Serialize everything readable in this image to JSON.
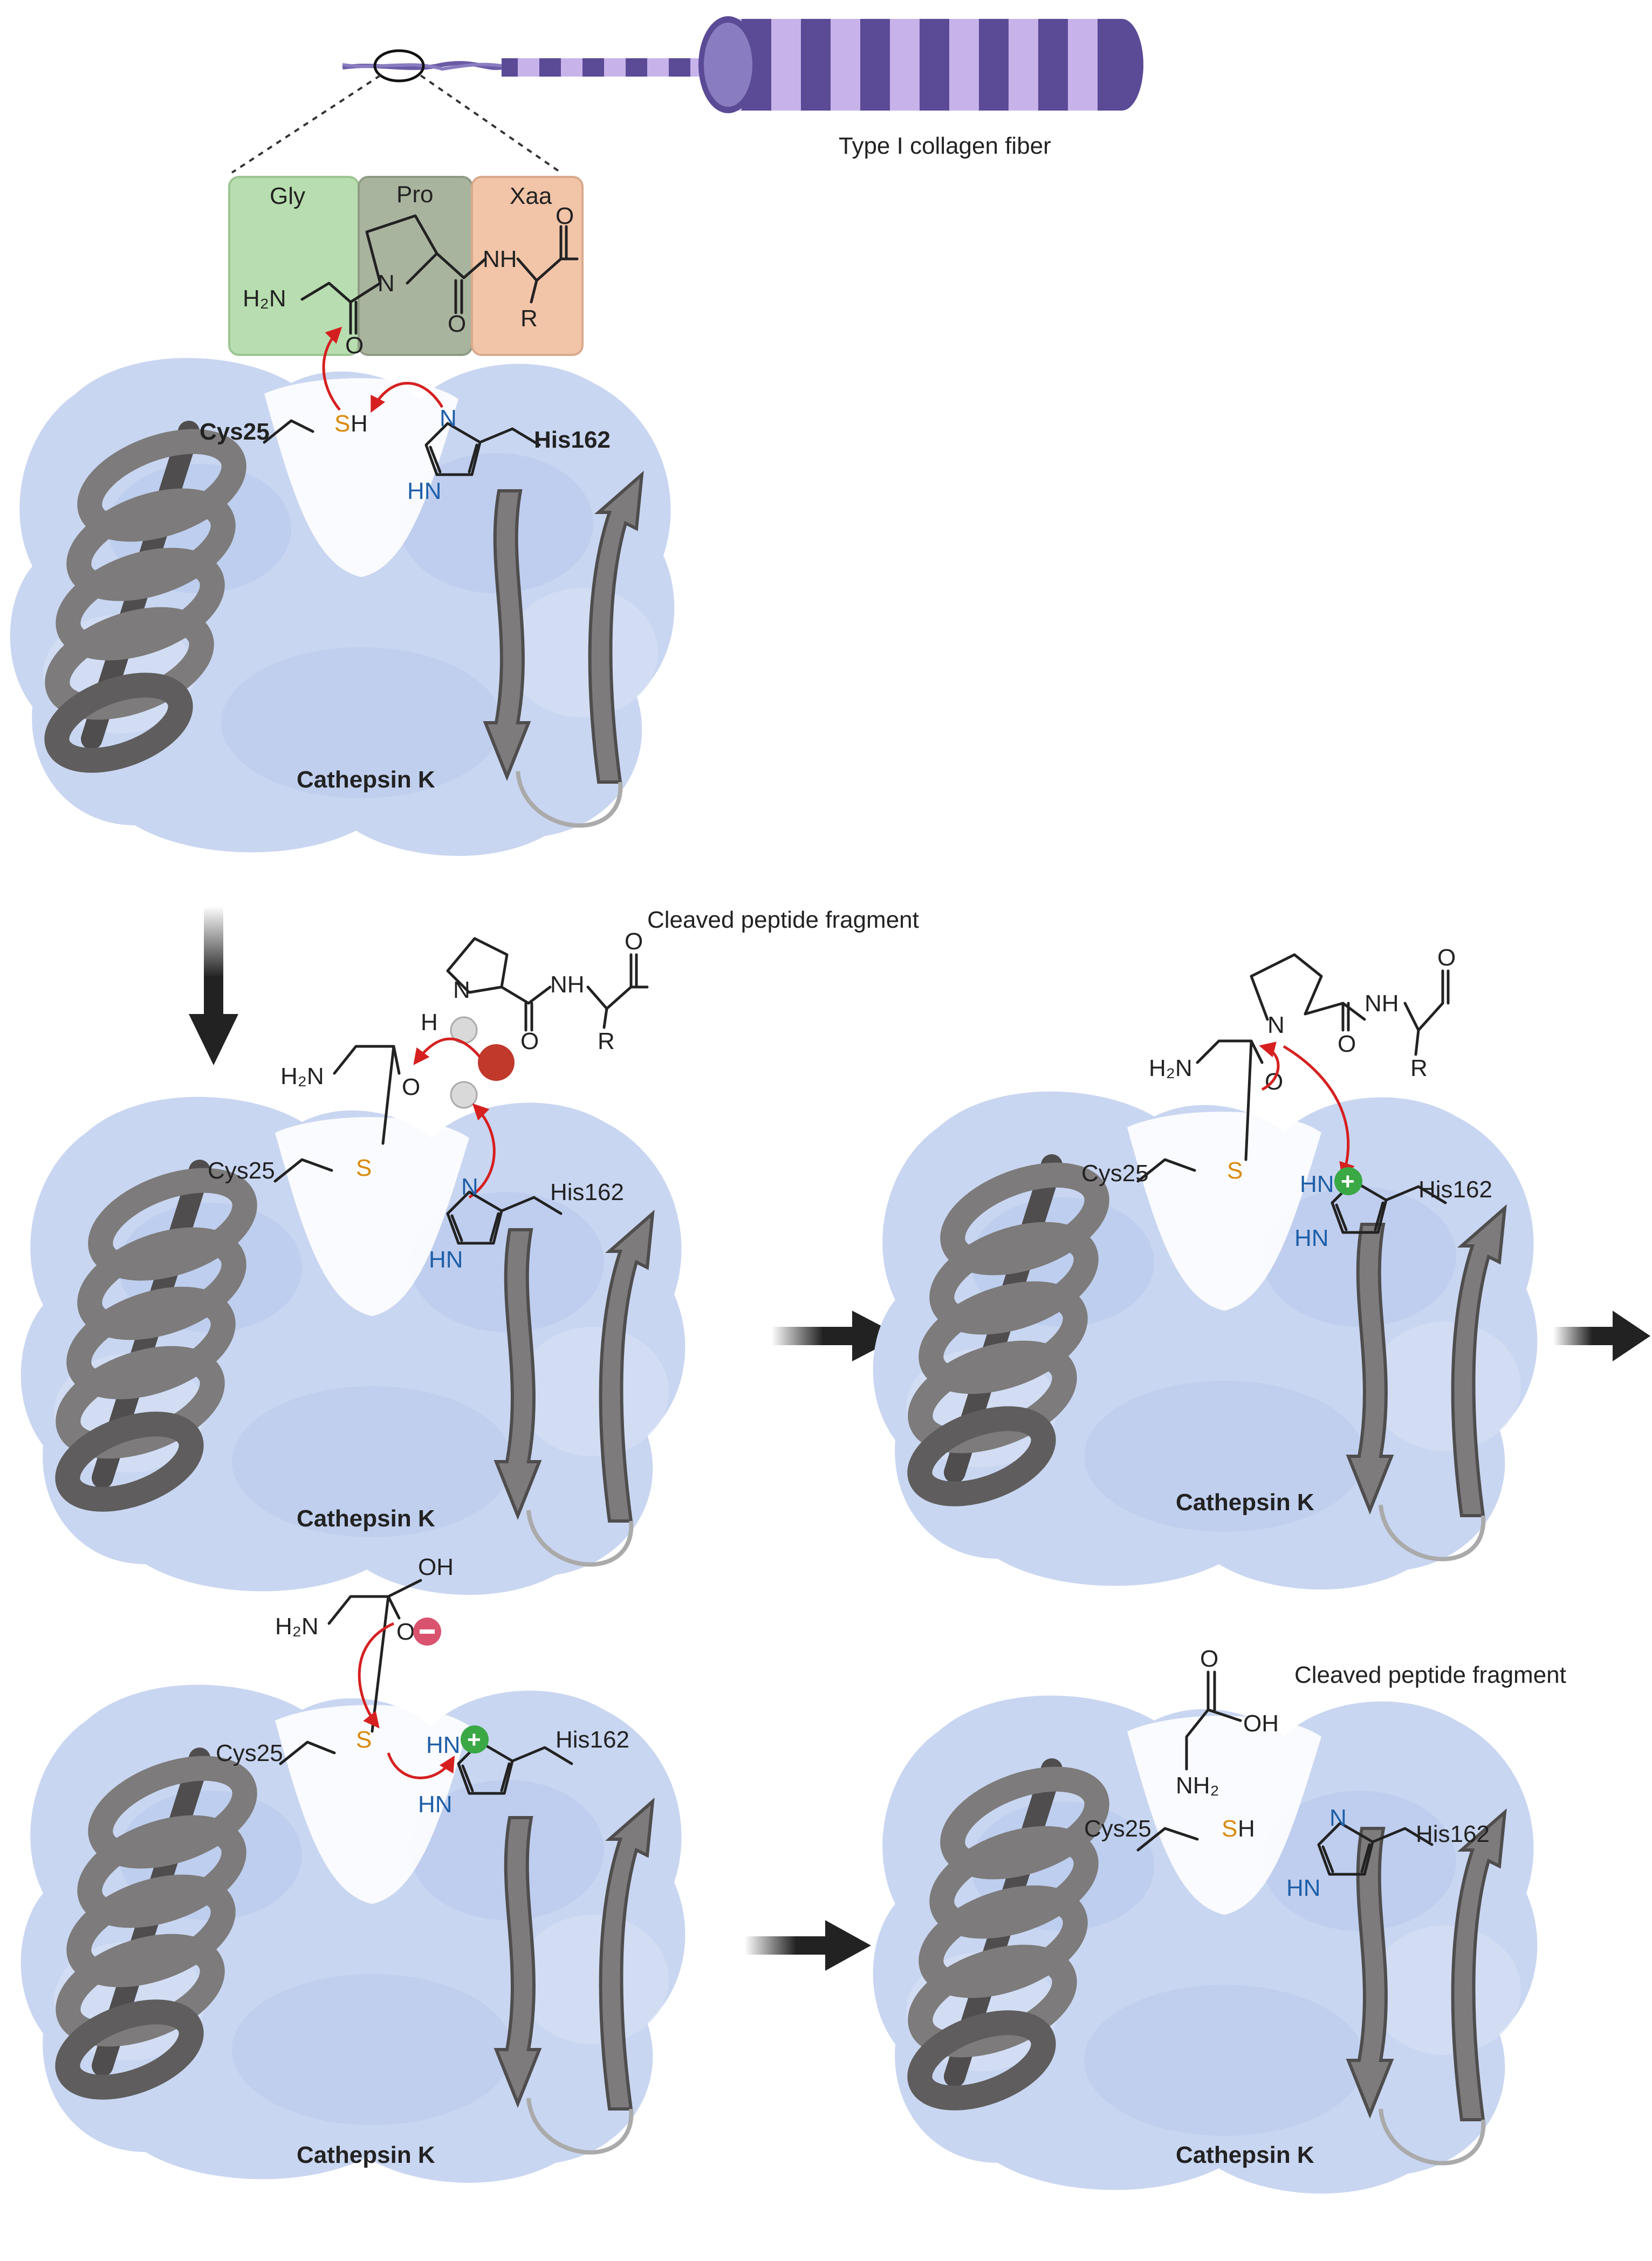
{
  "colors": {
    "enzyme_blob": "#c9d6f1",
    "enzyme_blob_dark": "#b7c8ec",
    "ribbon": "#7d7b7b",
    "ribbon_dark": "#4f4d4d",
    "collagen": "#5b4a96",
    "collagen_light": "#c7b3ea",
    "gly_box": "#b8ddb0",
    "pro_box": "#a9b49f",
    "xaa_box": "#f2c4a8",
    "arrow_red": "#d62020",
    "nitrogen": "#1f5fa8",
    "sulfur": "#d98a0c",
    "plus_badge": "#3aa845",
    "minus_badge": "#d9536f",
    "water_oxygen": "#c0392b",
    "step_arrow": "#222222"
  },
  "collagen": {
    "fiber_label": "Type I collagen fiber",
    "residues": [
      "Gly",
      "Pro",
      "Xaa"
    ],
    "h2n": "H₂N",
    "nh": "NH",
    "n": "N",
    "o": "O",
    "r": "R"
  },
  "panels": [
    {
      "id": "p1",
      "enzyme": "Cathepsin K",
      "cys": "Cys25",
      "his": "His162",
      "sulfur": "S",
      "sulfur_h": "H",
      "imid_n_top": "N",
      "imid_n_bottom": "HN"
    },
    {
      "id": "p2",
      "enzyme": "Cathepsin K",
      "cys": "Cys25",
      "his": "His162",
      "sulfur": "S",
      "fragment_label": "Cleaved peptide fragment",
      "h2n": "H₂N",
      "o": "O",
      "h": "H",
      "n": "N",
      "nh": "NH",
      "r": "R",
      "imid_n_top": "N",
      "imid_n_bottom": "HN"
    },
    {
      "id": "p3",
      "enzyme": "Cathepsin K",
      "cys": "Cys25",
      "his": "His162",
      "sulfur": "S",
      "h2n": "H₂N",
      "o": "O",
      "n": "N",
      "nh": "NH",
      "r": "R",
      "imid_n_top": "HN",
      "imid_n_bottom": "HN"
    },
    {
      "id": "p4",
      "enzyme": "Cathepsin K",
      "cys": "Cys25",
      "his": "His162",
      "sulfur": "S",
      "h2n": "H₂N",
      "oh": "OH",
      "o": "O",
      "imid_n_top": "HN",
      "imid_n_bottom": "HN"
    },
    {
      "id": "p5",
      "enzyme": "Cathepsin K",
      "cys": "Cys25",
      "his": "His162",
      "sulfur": "S",
      "sulfur_h": "H",
      "fragment_label": "Cleaved peptide fragment",
      "o": "O",
      "oh": "OH",
      "nh2": "NH₂",
      "imid_n_top": "N",
      "imid_n_bottom": "HN"
    }
  ]
}
